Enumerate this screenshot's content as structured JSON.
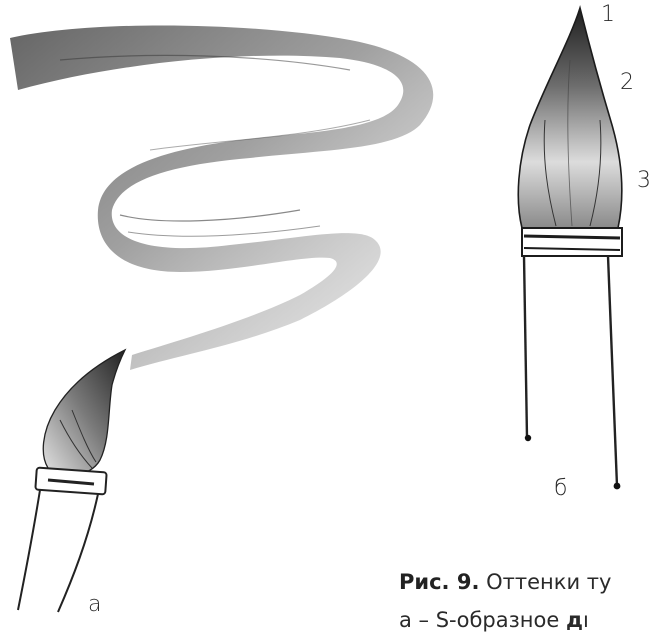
{
  "labels": {
    "n1": "1",
    "n2": "2",
    "n3": "3",
    "a": "а",
    "b": "б"
  },
  "caption": {
    "figure_prefix": "Рис. 9.",
    "line1_rest": "Оттенки ту",
    "line2_start": "а – S-образное ",
    "line2_bold": "д",
    "line2_end": "ı"
  },
  "colors": {
    "ink": "#2a2a2a",
    "wash_dark": "#555555",
    "wash_light": "#bdbdbd"
  }
}
